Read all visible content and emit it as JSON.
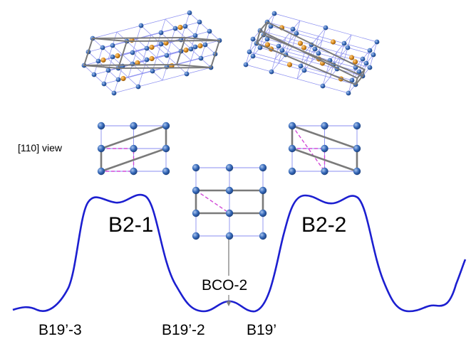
{
  "labels": {
    "view": "[110] view",
    "b2_1": "B2-1",
    "b2_2": "B2-2",
    "bco2": "BCO-2",
    "b19_3": "B19’-3",
    "b19_2": "B19’-2",
    "b19": "B19’"
  },
  "colors": {
    "curve": "#1c1fd0",
    "grid": "#8a8ef0",
    "cell_outline": "#7a7a7a",
    "blue_atom": "#3568b8",
    "orange_atom": "#d98a1c",
    "dashed": "#d24ad8",
    "arrow": "#808080"
  }
}
